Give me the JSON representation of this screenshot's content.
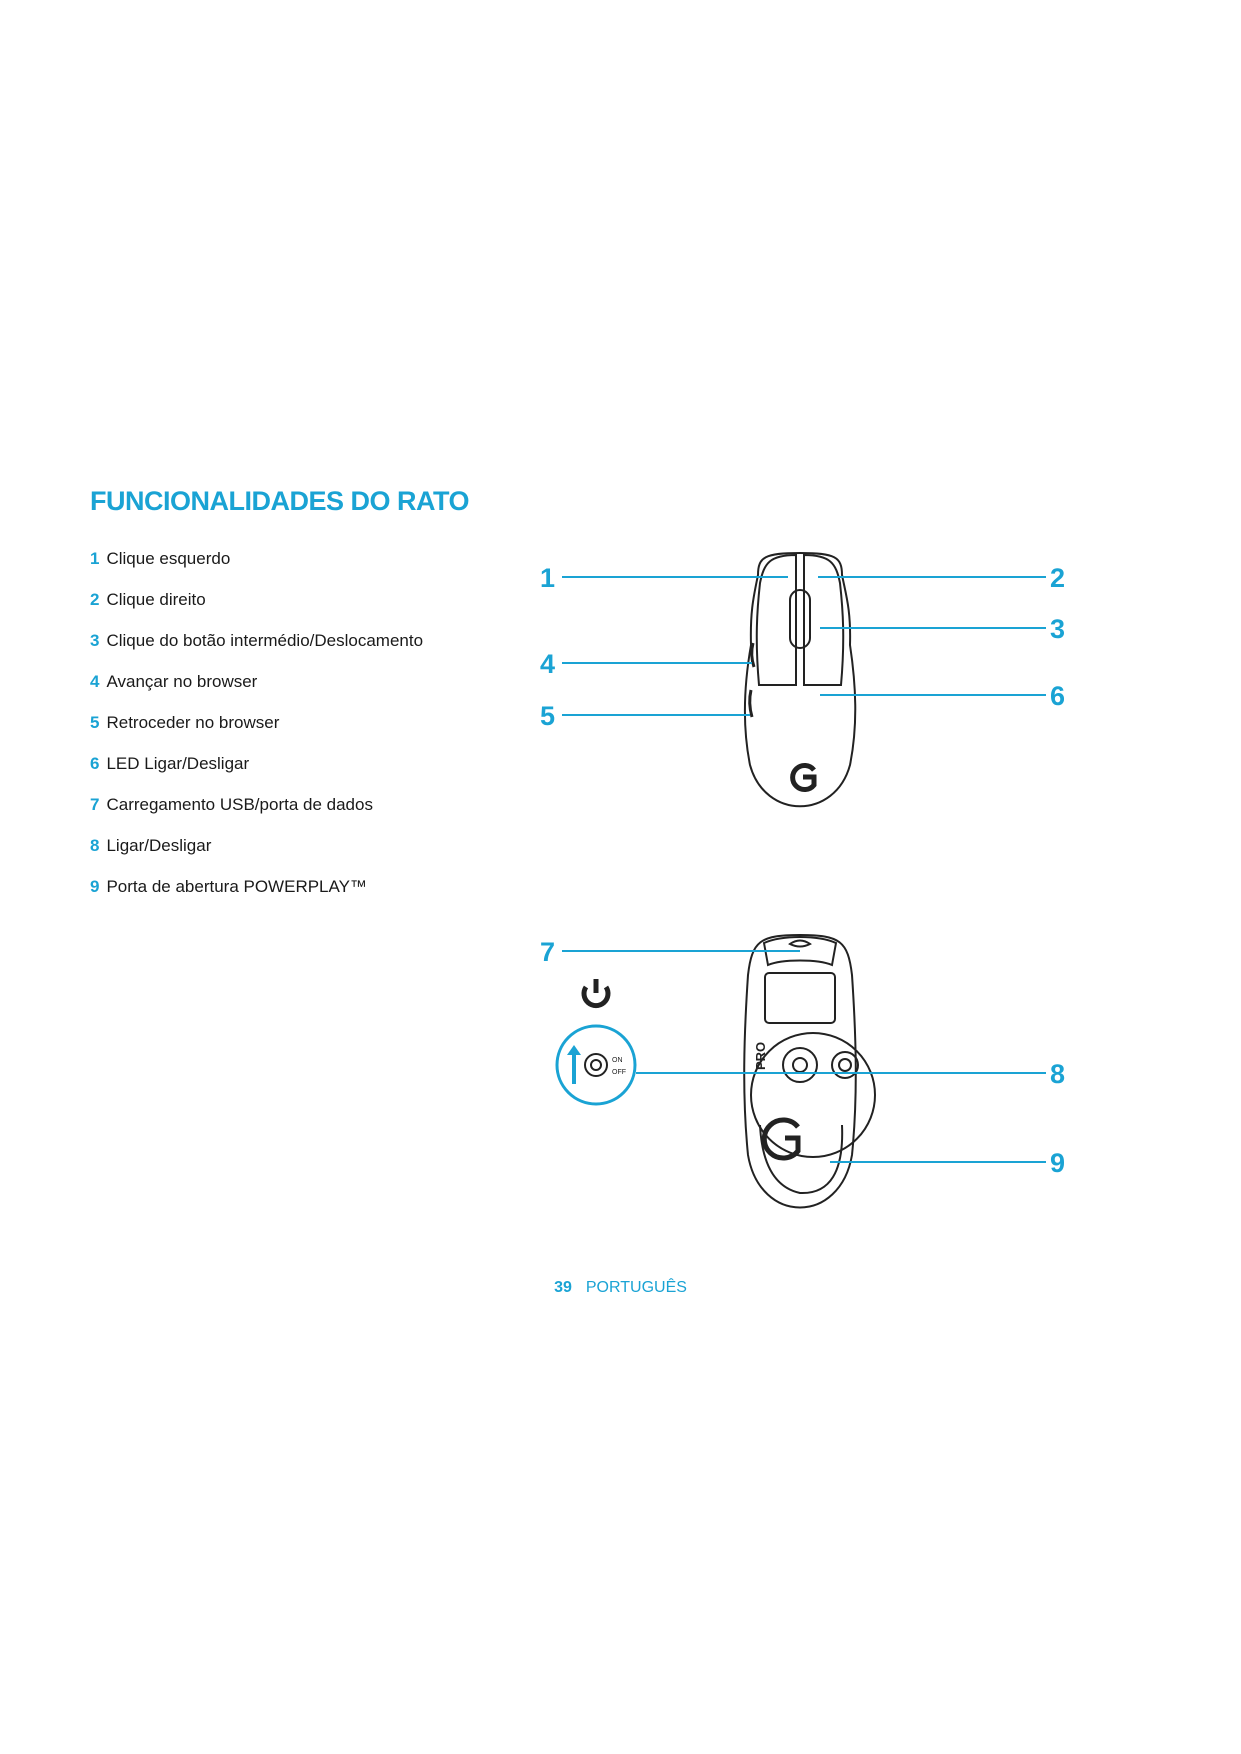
{
  "accent_color": "#1aa3d4",
  "title": "FUNCIONALIDADES DO RATO",
  "features": [
    {
      "num": "1",
      "label": "Clique esquerdo"
    },
    {
      "num": "2",
      "label": "Clique direito"
    },
    {
      "num": "3",
      "label": "Clique do botão intermédio/Deslocamento"
    },
    {
      "num": "4",
      "label": "Avançar no browser"
    },
    {
      "num": "5",
      "label": "Retroceder no browser"
    },
    {
      "num": "6",
      "label": "LED Ligar/Desligar"
    },
    {
      "num": "7",
      "label": "Carregamento USB/porta de dados"
    },
    {
      "num": "8",
      "label": "Ligar/Desligar"
    },
    {
      "num": "9",
      "label": "Porta de abertura POWERPLAY™"
    }
  ],
  "diagram": {
    "callouts": [
      "1",
      "2",
      "3",
      "4",
      "5",
      "6",
      "7",
      "8",
      "9"
    ],
    "switch_on": "ON",
    "switch_off": "OFF",
    "brand_text": "PRO",
    "top_view_icon": "g-logo-icon",
    "bottom_view_icon": "power-icon"
  },
  "footer": {
    "page_number": "39",
    "language": "PORTUGUÊS"
  }
}
